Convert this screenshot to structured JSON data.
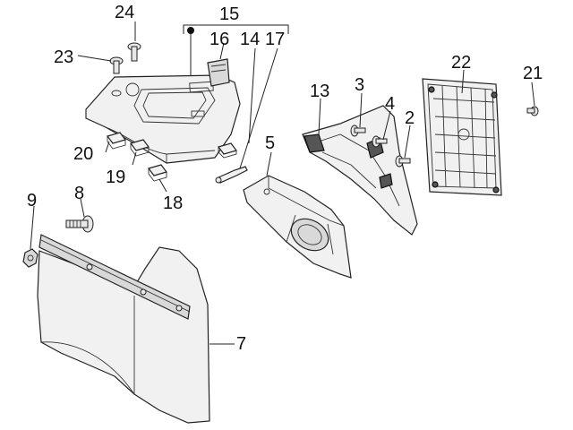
{
  "callouts": [
    {
      "id": "c2",
      "label": "2"
    },
    {
      "id": "c3",
      "label": "3"
    },
    {
      "id": "c4",
      "label": "4"
    },
    {
      "id": "c5",
      "label": "5"
    },
    {
      "id": "c7",
      "label": "7"
    },
    {
      "id": "c8",
      "label": "8"
    },
    {
      "id": "c9",
      "label": "9"
    },
    {
      "id": "c13",
      "label": "13"
    },
    {
      "id": "c14",
      "label": "14"
    },
    {
      "id": "c15",
      "label": "15"
    },
    {
      "id": "c16",
      "label": "16"
    },
    {
      "id": "c17",
      "label": "17"
    },
    {
      "id": "c18",
      "label": "18"
    },
    {
      "id": "c19",
      "label": "19"
    },
    {
      "id": "c20",
      "label": "20"
    },
    {
      "id": "c21",
      "label": "21"
    },
    {
      "id": "c22",
      "label": "22"
    },
    {
      "id": "c23",
      "label": "23"
    },
    {
      "id": "c24",
      "label": "24"
    }
  ],
  "colors": {
    "line": "#222222",
    "part_fill": "#f1f1f1",
    "dark_fill": "#555555"
  }
}
